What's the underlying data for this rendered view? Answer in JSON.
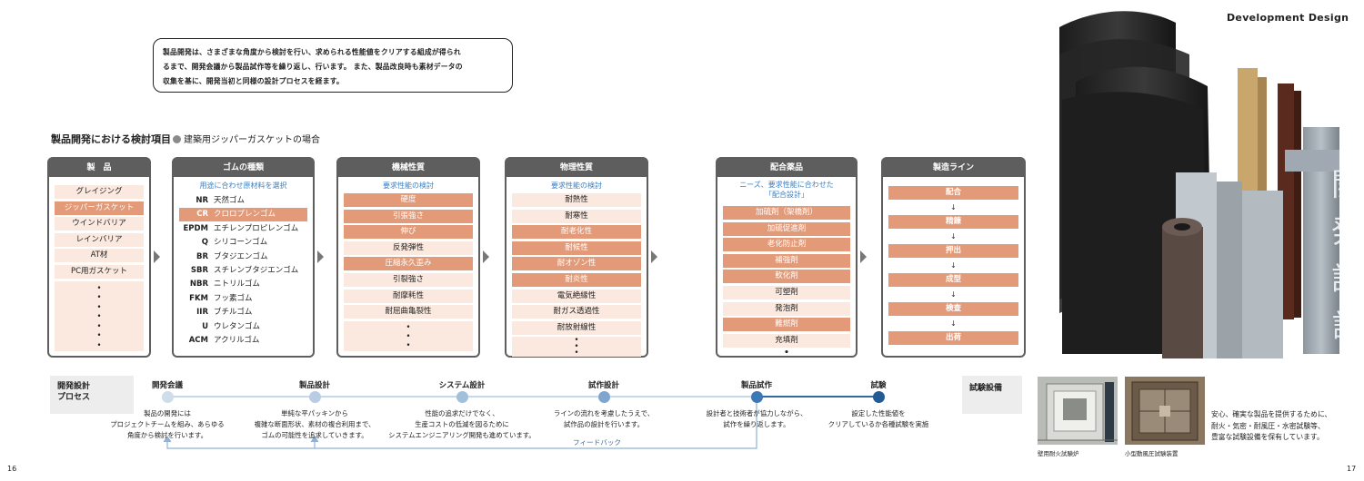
{
  "header": {
    "brand": "Development Design"
  },
  "intro": {
    "lines": [
      "製品開発は、さまざまな角度から検討を行い、求められる性能値をクリアする組成が得られ",
      "るまで、開発会議から製品試作等を繰り返し、行います。 また、製品改良時も素材データの",
      "収集を基に、開発当初と同様の設計プロセスを経ます。"
    ]
  },
  "section": {
    "title": "製品開発における検討項目",
    "subtitle": "建築用ジッパーガスケットの場合"
  },
  "cards": {
    "products": {
      "title": "製　品",
      "items": [
        "グレイジング",
        "ジッパーガスケット",
        "ウインドバリア",
        "レインバリア",
        "AT材",
        "PC用ガスケット"
      ],
      "dots": "•\n•\n•\n•\n•\n•\n•"
    },
    "rubber": {
      "title": "ゴムの種類",
      "subtitle": "用途に合わせ原材料を選択",
      "rows": [
        {
          "code": "NR",
          "name": "天然ゴム"
        },
        {
          "code": "CR",
          "name": "クロロプレンゴム"
        },
        {
          "code": "EPDM",
          "name": "エチレンプロピレンゴム"
        },
        {
          "code": "Q",
          "name": "シリコーンゴム"
        },
        {
          "code": "BR",
          "name": "ブタジエンゴム"
        },
        {
          "code": "SBR",
          "name": "スチレンブタジエンゴム"
        },
        {
          "code": "NBR",
          "name": "ニトリルゴム"
        },
        {
          "code": "FKM",
          "name": "フッ素ゴム"
        },
        {
          "code": "IIR",
          "name": "ブチルゴム"
        },
        {
          "code": "U",
          "name": "ウレタンゴム"
        },
        {
          "code": "ACM",
          "name": "アクリルゴム"
        }
      ]
    },
    "mechanical": {
      "title": "機械性質",
      "subtitle": "要求性能の検討",
      "items": [
        "硬度",
        "引張強さ",
        "伸び",
        "反発弾性",
        "圧縮永久歪み",
        "引裂強さ",
        "耐摩耗性",
        "耐屈曲亀裂性"
      ],
      "dots": "•\n•\n•"
    },
    "physical": {
      "title": "物理性質",
      "subtitle": "要求性能の検討",
      "items": [
        "耐熱性",
        "耐寒性",
        "耐老化性",
        "耐候性",
        "耐オゾン性",
        "耐炎性",
        "電気絶縁性",
        "耐ガス透過性",
        "耐放射線性"
      ],
      "dots": "•\n•\n•"
    },
    "chemicals": {
      "title": "配合薬品",
      "subtitle1": "ニーズ、要求性能に合わせた",
      "subtitle2": "「配合設計」",
      "items": [
        "加硫剤（架橋剤）",
        "加硫促進剤",
        "老化防止剤",
        "補強剤",
        "軟化剤",
        "可塑剤",
        "発泡剤",
        "難燃剤",
        "充填剤"
      ],
      "dots": "•"
    },
    "line": {
      "title": "製造ライン",
      "steps": [
        "配合",
        "精錬",
        "押出",
        "成型",
        "検査",
        "出荷"
      ],
      "arrow": "↓"
    }
  },
  "process": {
    "label1": "開発設計",
    "label2": "プロセス",
    "steps": [
      {
        "title": "開発会議",
        "desc": [
          "製品の開発には",
          "プロジェクトチームを組み、あらゆる",
          "角度から検討を行います。"
        ]
      },
      {
        "title": "製品設計",
        "desc": [
          "単純な平パッキンから",
          "複雑な断面形状、素材の複合利用まで、",
          "ゴムの可能性を追求していきます。"
        ]
      },
      {
        "title": "システム設計",
        "desc": [
          "性能の追求だけでなく、",
          "生産コストの低減を図るために",
          "システムエンジニアリング開発も進めています。"
        ]
      },
      {
        "title": "試作設計",
        "desc": [
          "ラインの流れを考慮したうえで、",
          "試作品の設計を行います。"
        ]
      },
      {
        "title": "製品試作",
        "desc": [
          "設計者と技術者が協力しながら、",
          "試作を繰り返します。"
        ]
      },
      {
        "title": "試験",
        "desc": [
          "設定した性能値を",
          "クリアしているか各種試験を実施"
        ]
      }
    ],
    "feedback": "フィードバック"
  },
  "facilities": {
    "label": "試験設備",
    "photo1_caption": "壁用耐火試験炉",
    "photo2_caption": "小型動風圧試験装置",
    "text": [
      "安心、確実な製品を提供するために、",
      "耐火・気密・耐風圧・水密試験等、",
      "豊富な試験設備を保有しています。"
    ]
  },
  "vertical_title": "開\n発\n設\n計",
  "pages": {
    "left": "16",
    "right": "17"
  },
  "colors": {
    "accent": "#e39a78",
    "accent_light": "#fbe9df",
    "header_gray": "#5e5e5e",
    "link_blue": "#3a7fc4",
    "process_blue": "#2f6aa5"
  }
}
